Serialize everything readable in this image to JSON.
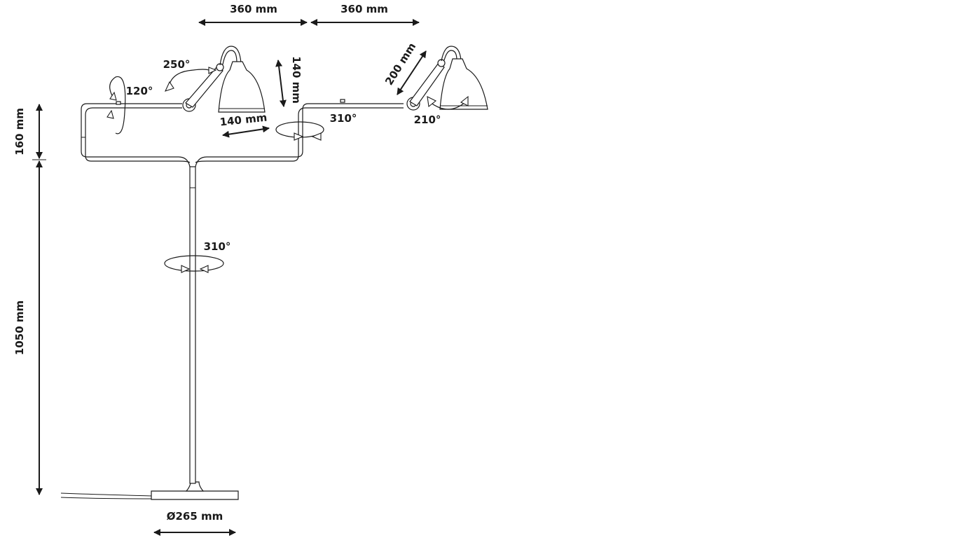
{
  "dimensions": {
    "arm_left_width": "360 mm",
    "arm_right_width": "360 mm",
    "shade_height": "140 mm",
    "shade_width": "140 mm",
    "small_arm_length": "200 mm",
    "crossbar_height": "160 mm",
    "stand_height": "1050 mm",
    "base_diameter": "Ø265 mm"
  },
  "angles": {
    "left_joint": "250°",
    "left_pivot": "120°",
    "right_arm_rotation": "310°",
    "right_shade_rotation": "210°",
    "stem_rotation": "310°"
  },
  "colors": {
    "line": "#1a1a1a",
    "background": "#ffffff"
  }
}
